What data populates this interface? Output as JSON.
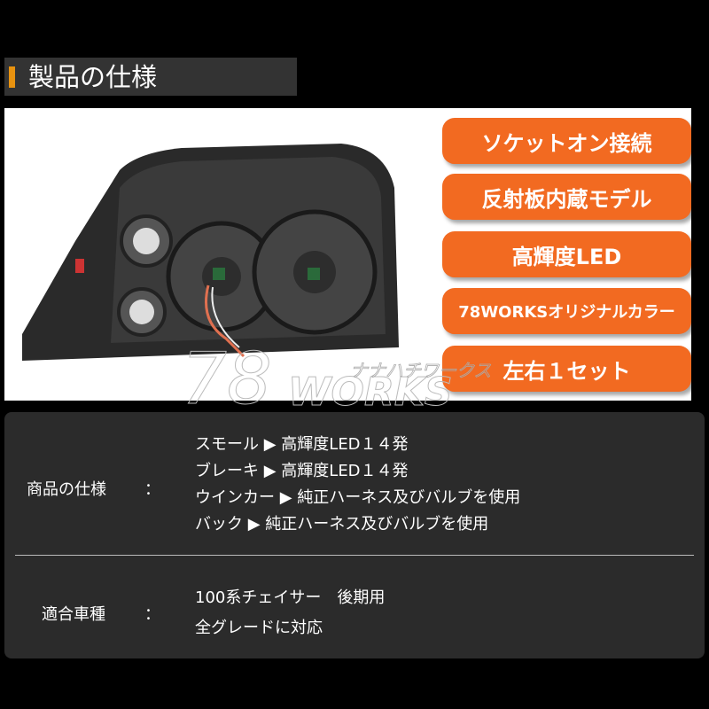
{
  "header": {
    "title": "製品の仕様"
  },
  "features": [
    "ソケットオン接続",
    "反射板内蔵モデル",
    "高輝度LED",
    "78WORKSオリジナルカラー",
    "左右１セット"
  ],
  "logo": {
    "text": "78WORKS",
    "kana": "ナナハチワークス"
  },
  "spec": {
    "rows": [
      {
        "label": "商品の仕様",
        "colon": "：",
        "values": [
          "スモール ▶ 高輝度LED１４発",
          "ブレーキ ▶ 高輝度LED１４発",
          "ウインカー ▶ 純正ハーネス及びバルブを使用",
          "バック ▶ 純正ハーネス及びバルブを使用"
        ]
      },
      {
        "label": "適合車種",
        "colon": "：",
        "values": [
          "100系チェイサー　後期用",
          "全グレードに対応"
        ]
      }
    ]
  }
}
